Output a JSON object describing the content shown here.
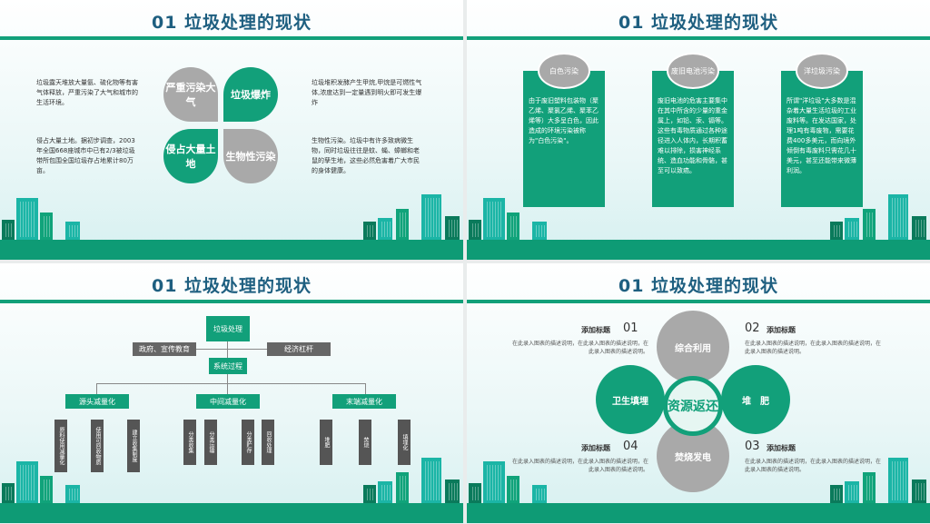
{
  "slide_title": "01 垃圾处理的现状",
  "s1": {
    "p1": "垃圾露天堆放大量氨、硫化物等有害气体释放，严重污染了大气和城市的生活环境。",
    "p2": "侵占大量土地。据初步调查，2003年全国668座城市中已有2/3被垃圾带所包围全国垃圾存占地累计80万亩。",
    "p3": "垃圾堆积发酵产生甲烷,甲烷是可燃性气体,浓度达到一定量遇到明火即可发生爆炸",
    "p4": "生物性污染。垃圾中有许多致病微生物，同时垃圾往往是蚊、蝇、蟑螂和老鼠的孳生地，这些必然危害着广大市民的身体健康。",
    "c1": "严重污染大气",
    "c2": "垃圾爆炸",
    "c3": "侵占大量土地",
    "c4": "生物性污染"
  },
  "s2": {
    "cards": [
      {
        "label": "白色污染",
        "text": "由于废旧塑料包装物（聚乙烯、聚氯乙烯、聚苯乙烯等）大多呈白色，因此造成的环境污染被称为\"白色污染\"。"
      },
      {
        "label": "废旧电池污染",
        "text": "废旧电池的危害主要集中在其中所含的少量的重金属上，如铅、汞、镉等。这些有毒物质通过各种途径进入人体内，长期积蓄难以排除，损害神经系统、造血功能和骨骼，甚至可以致癌。"
      },
      {
        "label": "洋垃圾污染",
        "text": "所谓\"洋垃圾\"大多数是混杂着大量生活垃圾的工业废料等。在发达国家，处理1吨有毒废物，需要花费400多美元，而向境外倾倒有毒废料只需花几十美元，甚至还能带来微薄利润。"
      }
    ]
  },
  "s3": {
    "root": "垃圾处理",
    "left": "政府、宣传教育",
    "right": "经济杠杆",
    "process": "系统过程",
    "groups": [
      {
        "label": "源头减量化",
        "items": [
          "原料使用减量化",
          "使用可回收物质",
          "建立收集制度"
        ]
      },
      {
        "label": "中间减量化",
        "items": [
          "分类收集",
          "分类运输",
          "分类贮存",
          "回收处理"
        ]
      },
      {
        "label": "末端减量化",
        "items": [
          "堆肥",
          "焚烧",
          "填埋化"
        ]
      }
    ]
  },
  "s4": {
    "center": "资源返还",
    "top": "综合利用",
    "left": "卫生填埋",
    "right": "堆　肥",
    "bottom": "焚烧发电",
    "blocks": [
      {
        "num": "01",
        "title": "添加标题",
        "desc": "在此录入图表的描述说明，在此录入图表的描述说明，在此录入图表的描述说明。"
      },
      {
        "num": "02",
        "title": "添加标题",
        "desc": "在此录入图表的描述说明，在此录入图表的描述说明，在此录入图表的描述说明。"
      },
      {
        "num": "04",
        "title": "添加标题",
        "desc": "在此录入图表的描述说明，在此录入图表的描述说明，在此录入图表的描述说明。"
      },
      {
        "num": "03",
        "title": "添加标题",
        "desc": "在此录入图表的描述说明，在此录入图表的描述说明，在此录入图表的描述说明。"
      }
    ]
  }
}
